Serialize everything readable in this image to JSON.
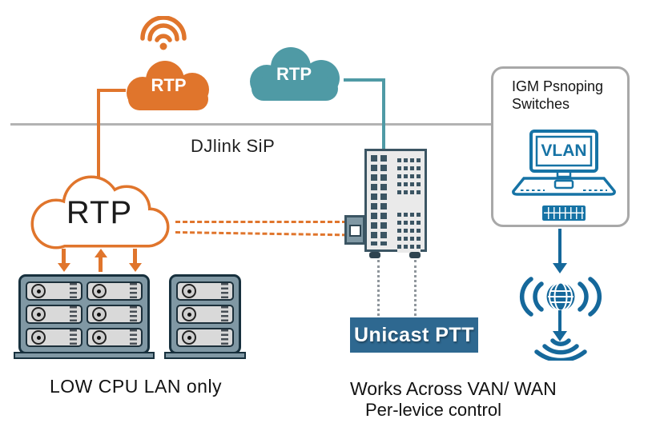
{
  "colors": {
    "orange": "#E0752C",
    "teal": "#4F9AA5",
    "blue": "#1673A5",
    "blue_deep": "#15689B",
    "unicast_bg": "#2E6890",
    "bus_gray": "#B3B3B3",
    "rack_body": "#8098A4",
    "rack_outline": "#17303D",
    "device_outline": "#3B5563",
    "device_fill": "#EAEAEA",
    "panel_border": "#A8A8A8",
    "text_dark": "#1C1C1C"
  },
  "labels": {
    "cloud_orange": "RTP",
    "cloud_teal": "RTP",
    "cloud_lan": "RTP",
    "bus": "DJlink SiP",
    "lan_caption": "LOW CPU LAN only",
    "unicast_badge": "Unicast PTT",
    "wan_caption_line1": "Works Across VAN/ WAN",
    "wan_caption_line2": "Per-levice control",
    "panel_title_line1": "IGM Psnoping",
    "panel_title_line2": "Switches",
    "vlan_screen": "VLAN"
  },
  "icons": {
    "wifi_icon": "wireless signal arcs",
    "laptop_icon": "laptop computer with VLAN screen",
    "keyboard_icon": "keyboard key grid",
    "globe_signal_icon": "globe with radio waves",
    "broadcast_arcs_icon": "downward broadcast arcs",
    "drive_knob_icon": "server drive knob",
    "arrow_down_icon": "downward traffic arrow",
    "arrow_up_icon": "upward traffic arrow"
  }
}
